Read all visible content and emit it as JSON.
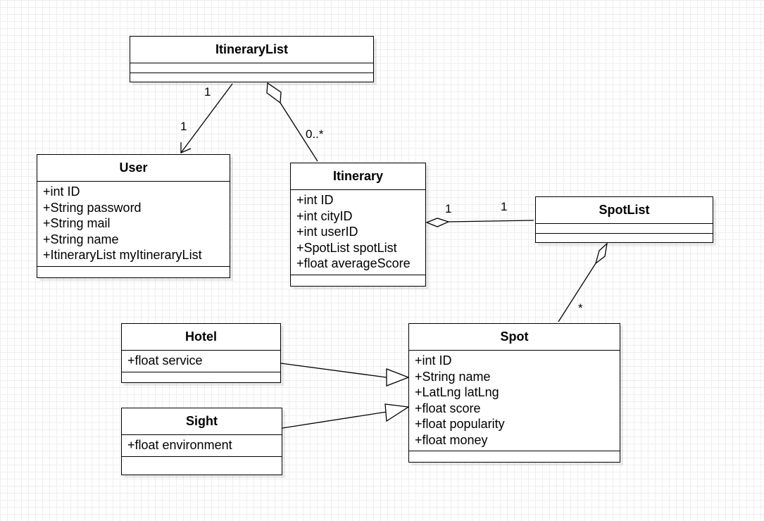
{
  "classes": {
    "itinerary_list": {
      "name": "ItineraryList",
      "attributes": []
    },
    "user": {
      "name": "User",
      "attributes": [
        "+int ID",
        "+String password",
        "+String mail",
        "+String name",
        "+ItineraryList myItineraryList"
      ]
    },
    "itinerary": {
      "name": "Itinerary",
      "attributes": [
        "+int ID",
        "+int cityID",
        "+int userID",
        "+SpotList spotList",
        "+float averageScore"
      ]
    },
    "spot_list": {
      "name": "SpotList",
      "attributes": []
    },
    "hotel": {
      "name": "Hotel",
      "attributes": [
        "+float service"
      ]
    },
    "sight": {
      "name": "Sight",
      "attributes": [
        "+float environment"
      ]
    },
    "spot": {
      "name": "Spot",
      "attributes": [
        "+int ID",
        "+String name",
        "+LatLng latLng",
        "+float score",
        "+float popularity",
        "+float money"
      ]
    }
  },
  "relations": {
    "itinerarylist_user": {
      "type": "association",
      "source_mult": "1",
      "target_mult": "1"
    },
    "itinerarylist_itinerary": {
      "type": "aggregation",
      "target_mult": "0..*"
    },
    "itinerary_spotlist": {
      "type": "aggregation",
      "source_mult": "1",
      "target_mult": "1"
    },
    "spotlist_spot": {
      "type": "aggregation",
      "target_mult": "*"
    },
    "hotel_spot": {
      "type": "generalization"
    },
    "sight_spot": {
      "type": "generalization"
    }
  }
}
